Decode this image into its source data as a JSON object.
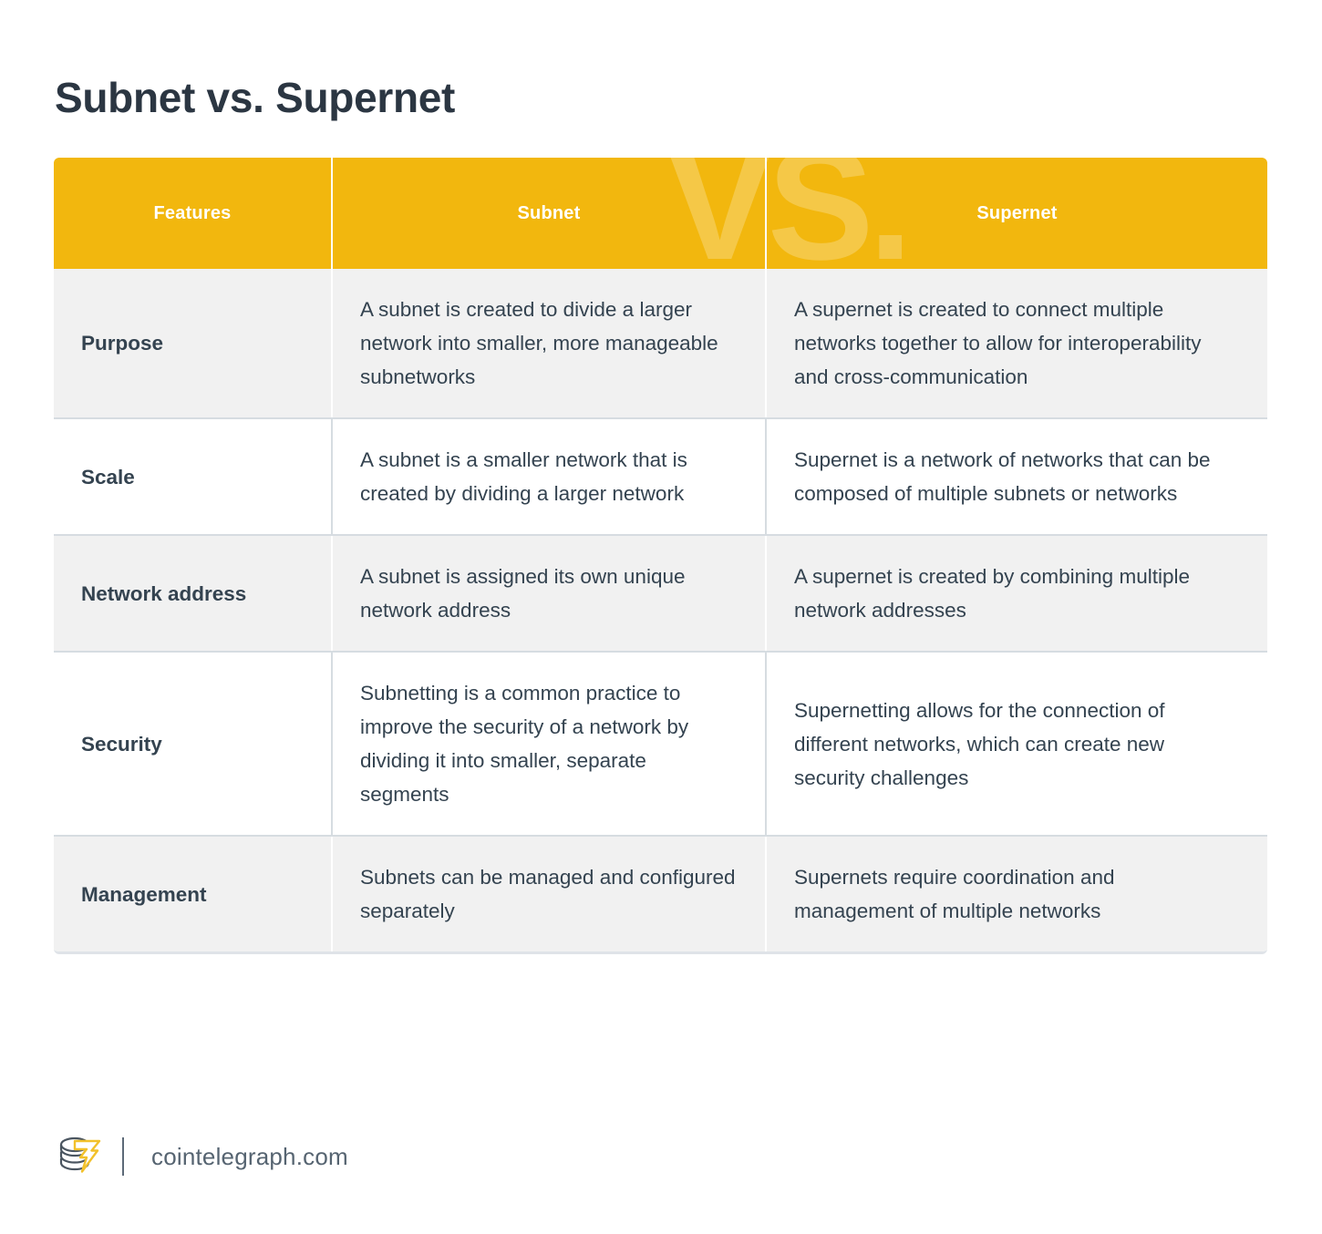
{
  "title": "Subnet vs. Supernet",
  "watermark": "VS.",
  "colors": {
    "header_background": "#f2b70e",
    "header_text": "#ffffff",
    "title_text": "#2b3642",
    "body_text": "#344350",
    "row_shaded": "#f1f1f1",
    "row_plain": "#ffffff",
    "row_border": "#d6dce1",
    "footer_text": "#566471",
    "logo_accent": "#f2c12b"
  },
  "table": {
    "headers": [
      "Features",
      "Subnet",
      "Supernet"
    ],
    "rows": [
      {
        "feature": "Purpose",
        "subnet": "A subnet is created to divide a larger network into smaller, more manageable subnetworks",
        "supernet": "A supernet is created to connect multiple networks together to allow for interoperability and cross-communication",
        "shaded": true
      },
      {
        "feature": "Scale",
        "subnet": "A subnet is a smaller network that is created by dividing a larger network",
        "supernet": "Supernet is a network of networks that can be composed of multiple subnets or networks",
        "shaded": false
      },
      {
        "feature": "Network address",
        "subnet": "A subnet is assigned its own unique network address",
        "supernet": "A supernet is created by combining multiple network addresses",
        "shaded": true
      },
      {
        "feature": "Security",
        "subnet": "Subnetting is a common practice to improve the security of a network by dividing it into smaller, separate segments",
        "supernet": "Supernetting allows for the connection of different networks, which can create new security challenges",
        "shaded": false
      },
      {
        "feature": "Management",
        "subnet": "Subnets can be managed and configured separately",
        "supernet": "Supernets require coordination and management of multiple networks",
        "shaded": true
      }
    ]
  },
  "footer": {
    "logo_name": "cointelegraph-logo-icon",
    "url": "cointelegraph.com"
  }
}
